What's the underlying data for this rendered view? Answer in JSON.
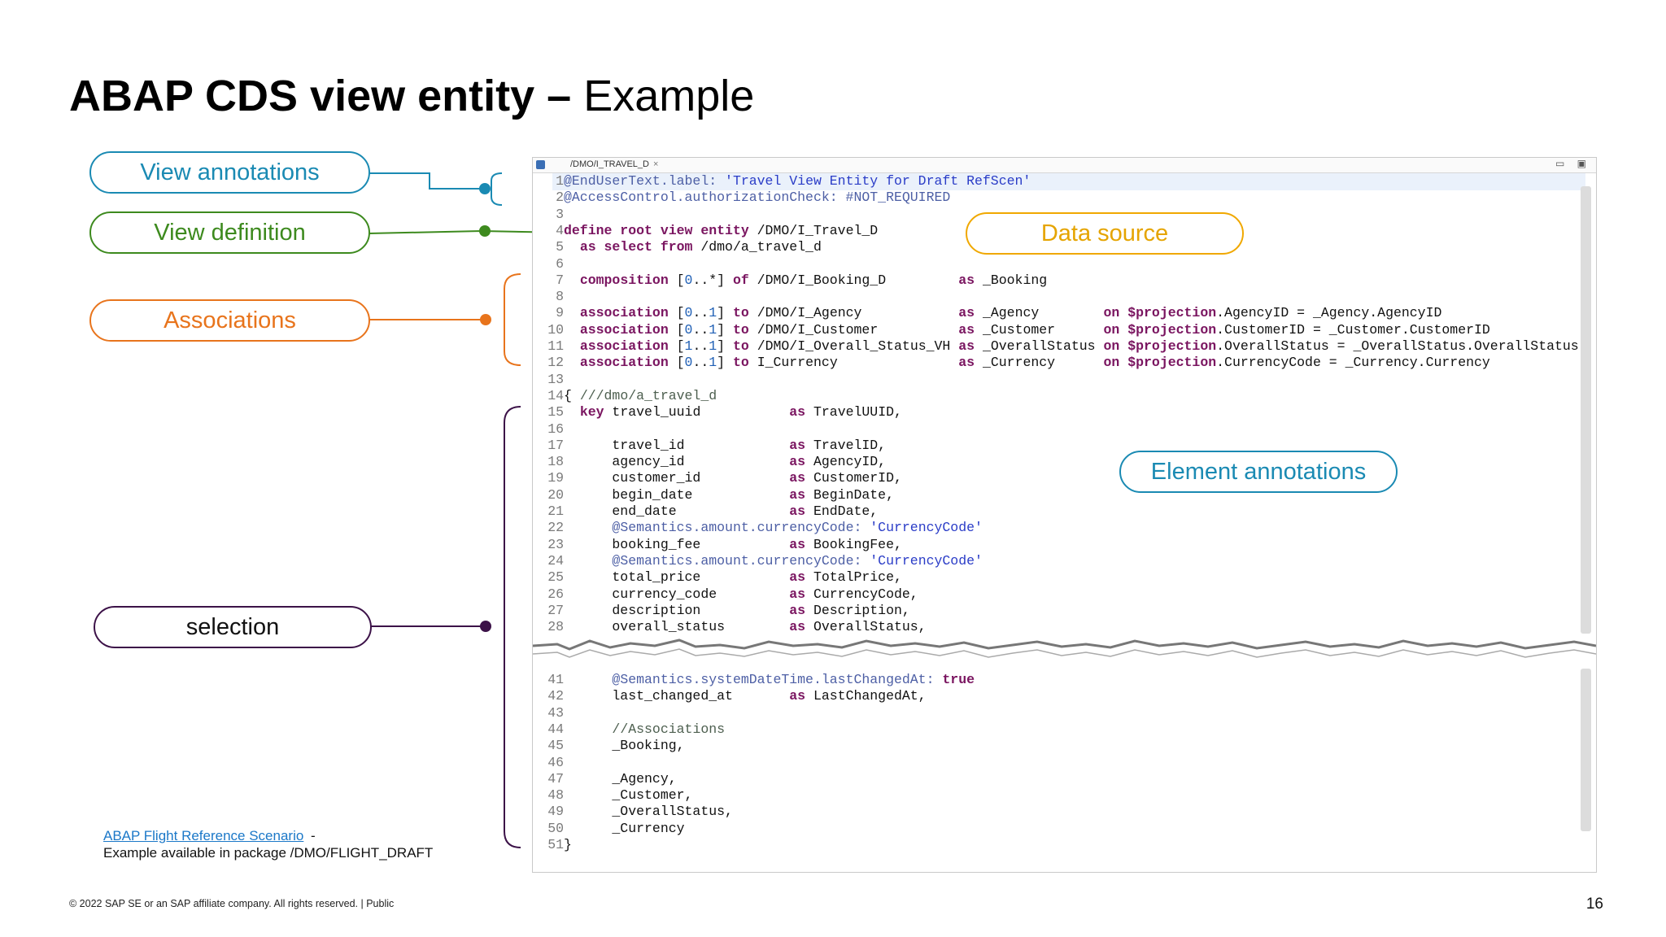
{
  "slide": {
    "title_bold": "ABAP CDS view entity –",
    "title_rest": " Example",
    "page_number": "16",
    "copyright": "© 2022 SAP SE or an SAP affiliate company. All rights reserved. | Public",
    "footer_link": "ABAP Flight Reference Scenario",
    "footer_dash": " -",
    "footer_text": "Example available in package /DMO/FLIGHT_DRAFT"
  },
  "callouts": {
    "view_annotations": "View annotations",
    "view_definition": "View definition",
    "associations": "Associations",
    "selection": "selection",
    "data_source": "Data source",
    "element_annotations": "Element annotations"
  },
  "colors": {
    "blue": "#1a8ab3",
    "green": "#3d8a1e",
    "orange": "#e8741c",
    "purple": "#3c1248",
    "gold": "#f0a800"
  },
  "editor": {
    "tab_label": "/DMO/I_TRAVEL_D",
    "tab_close": "×",
    "window_buttons": "▭ ▣",
    "lines_top": [
      {
        "n": "1",
        "html": "<span class=\"an\">@EndUserText.label: </span><span class=\"st\">'Travel View Entity for Draft RefScen'</span>"
      },
      {
        "n": "2",
        "html": "<span class=\"an\">@AccessControl.authorizationCheck: #NOT_REQUIRED</span>"
      },
      {
        "n": "3",
        "html": ""
      },
      {
        "n": "4",
        "html": "<span class=\"kw\">define root view entity</span> /DMO/I_Travel_D"
      },
      {
        "n": "5",
        "html": "  <span class=\"kw\">as select from</span> /dmo/a_travel_d"
      },
      {
        "n": "6",
        "html": ""
      },
      {
        "n": "7",
        "html": "  <span class=\"kw\">composition</span> [<span class=\"nm\">0</span>..*] <span class=\"kw\">of</span> /DMO/I_Booking_D         <span class=\"kw\">as</span> _Booking"
      },
      {
        "n": "8",
        "html": ""
      },
      {
        "n": "9",
        "html": "  <span class=\"kw\">association</span> [<span class=\"nm\">0</span>..<span class=\"nm\">1</span>] <span class=\"kw\">to</span> /DMO/I_Agency            <span class=\"kw\">as</span> _Agency        <span class=\"kw\">on</span> <span class=\"kw\">$projection</span>.AgencyID = _Agency.AgencyID"
      },
      {
        "n": "10",
        "html": "  <span class=\"kw\">association</span> [<span class=\"nm\">0</span>..<span class=\"nm\">1</span>] <span class=\"kw\">to</span> /DMO/I_Customer          <span class=\"kw\">as</span> _Customer      <span class=\"kw\">on</span> <span class=\"kw\">$projection</span>.CustomerID = _Customer.CustomerID"
      },
      {
        "n": "11",
        "html": "  <span class=\"kw\">association</span> [<span class=\"nm\">1</span>..<span class=\"nm\">1</span>] <span class=\"kw\">to</span> /DMO/I_Overall_Status_VH <span class=\"kw\">as</span> _OverallStatus <span class=\"kw\">on</span> <span class=\"kw\">$projection</span>.OverallStatus = _OverallStatus.OverallStatus"
      },
      {
        "n": "12",
        "html": "  <span class=\"kw\">association</span> [<span class=\"nm\">0</span>..<span class=\"nm\">1</span>] <span class=\"kw\">to</span> I_Currency               <span class=\"kw\">as</span> _Currency      <span class=\"kw\">on</span> <span class=\"kw\">$projection</span>.CurrencyCode = _Currency.Currency"
      },
      {
        "n": "13",
        "html": ""
      },
      {
        "n": "14",
        "html": "{ <span class=\"cm\">///dmo/a_travel_d</span>"
      },
      {
        "n": "15",
        "html": "  <span class=\"kw\">key</span> travel_uuid           <span class=\"kw\">as</span> TravelUUID,"
      },
      {
        "n": "16",
        "html": ""
      },
      {
        "n": "17",
        "html": "      travel_id             <span class=\"kw\">as</span> TravelID,"
      },
      {
        "n": "18",
        "html": "      agency_id             <span class=\"kw\">as</span> AgencyID,"
      },
      {
        "n": "19",
        "html": "      customer_id           <span class=\"kw\">as</span> CustomerID,"
      },
      {
        "n": "20",
        "html": "      begin_date            <span class=\"kw\">as</span> BeginDate,"
      },
      {
        "n": "21",
        "html": "      end_date              <span class=\"kw\">as</span> EndDate,"
      },
      {
        "n": "22",
        "html": "      <span class=\"an\">@Semantics.amount.currencyCode: </span><span class=\"st\">'CurrencyCode'</span>"
      },
      {
        "n": "23",
        "html": "      booking_fee           <span class=\"kw\">as</span> BookingFee,"
      },
      {
        "n": "24",
        "html": "      <span class=\"an\">@Semantics.amount.currencyCode: </span><span class=\"st\">'CurrencyCode'</span>"
      },
      {
        "n": "25",
        "html": "      total_price           <span class=\"kw\">as</span> TotalPrice,"
      },
      {
        "n": "26",
        "html": "      currency_code         <span class=\"kw\">as</span> CurrencyCode,"
      },
      {
        "n": "27",
        "html": "      description           <span class=\"kw\">as</span> Description,"
      },
      {
        "n": "28",
        "html": "      overall_status        <span class=\"kw\">as</span> OverallStatus,"
      }
    ],
    "lines_bottom": [
      {
        "n": "41",
        "html": "      <span class=\"an\">@Semantics.systemDateTime.lastChangedAt: </span><span class=\"kw\">true</span>"
      },
      {
        "n": "42",
        "html": "      last_changed_at       <span class=\"kw\">as</span> LastChangedAt,"
      },
      {
        "n": "43",
        "html": ""
      },
      {
        "n": "44",
        "html": "      <span class=\"cm\">//Associations</span>"
      },
      {
        "n": "45",
        "html": "      _Booking,"
      },
      {
        "n": "46",
        "html": ""
      },
      {
        "n": "47",
        "html": "      _Agency,"
      },
      {
        "n": "48",
        "html": "      _Customer,"
      },
      {
        "n": "49",
        "html": "      _OverallStatus,"
      },
      {
        "n": "50",
        "html": "      _Currency"
      },
      {
        "n": "51",
        "html": "}"
      }
    ]
  }
}
